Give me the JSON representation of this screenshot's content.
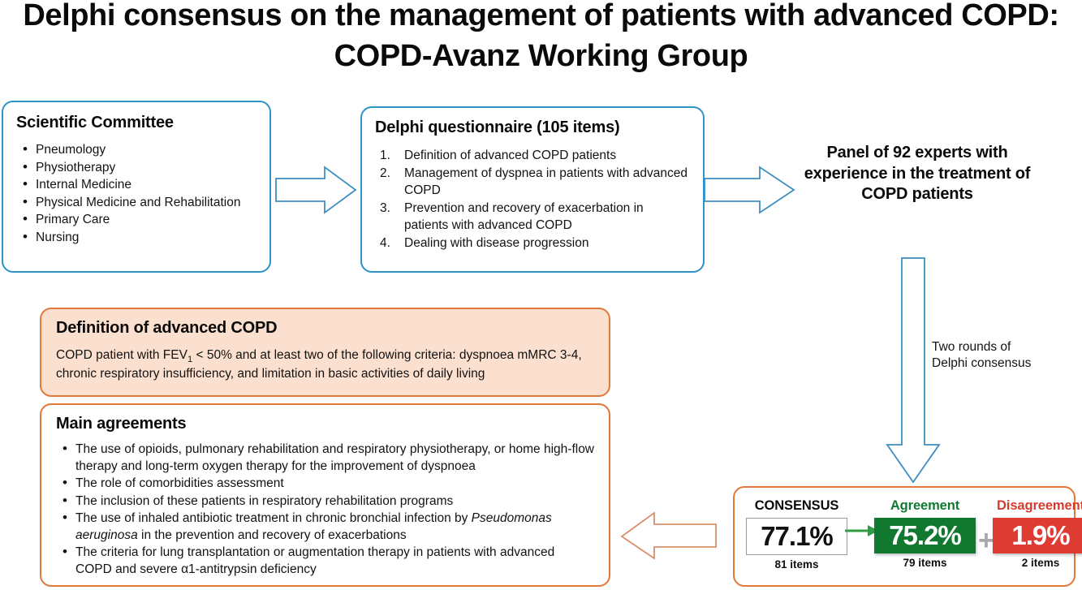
{
  "title": "Delphi consensus on the management of patients with advanced COPD: COPD-Avanz Working Group",
  "committee": {
    "heading": "Scientific Committee",
    "items": [
      "Pneumology",
      "Physiotherapy",
      "Internal Medicine",
      "Physical Medicine and Rehabilitation",
      "Primary Care",
      "Nursing"
    ]
  },
  "questionnaire": {
    "heading": "Delphi questionnaire (105 items)",
    "items": [
      "Definition of advanced COPD patients",
      "Management of dyspnea in patients with advanced COPD",
      "Prevention and recovery of exacerbation in patients with advanced COPD",
      "Dealing with disease progression"
    ]
  },
  "panel": {
    "text": "Panel of 92 experts with experience in the treatment of COPD patients"
  },
  "rounds": {
    "label": "Two rounds of Delphi consensus"
  },
  "definition": {
    "heading": "Definition of advanced COPD",
    "text_before_sub": "COPD patient with FEV",
    "sub": "1",
    "text_after_sub": " < 50% and at least two of the following criteria: dyspnoea mMRC 3-4, chronic respiratory insufficiency, and limitation in basic activities of daily living"
  },
  "agreements": {
    "heading": "Main agreements",
    "items": [
      "The use of opioids, pulmonary rehabilitation and respiratory physiotherapy, or home high-flow therapy and long-term oxygen therapy for the improvement of dyspnoea",
      "The role of comorbidities assessment",
      "The inclusion of these patients in respiratory rehabilitation programs"
    ],
    "item_pseudomonas_a": "The use of inhaled antibiotic treatment in chronic bronchial infection by ",
    "item_pseudomonas_italic": "Pseudomonas aeruginosa",
    "item_pseudomonas_b": " in the prevention and recovery of exacerbations",
    "item_alpha_a": "The criteria for lung transplantation or augmentation therapy in patients with advanced COPD and severe ",
    "item_alpha_symbol": "α1",
    "item_alpha_b": "-antitrypsin deficiency"
  },
  "consensus": {
    "total": {
      "label": "CONSENSUS",
      "value": "77.1%",
      "items": "81 items"
    },
    "agreement": {
      "label": "Agreement",
      "value": "75.2%",
      "items": "79 items"
    },
    "disagreement": {
      "label": "Disagreement",
      "value": "1.9%",
      "items": "2 items"
    },
    "plus_symbol": "+"
  },
  "colors": {
    "blue_border": "#2E93C6",
    "orange_border": "#E1783C",
    "peach_fill": "#FBE0CF",
    "green": "#10792F",
    "red": "#DE3B33",
    "gray_plus": "#A9A9A9"
  }
}
